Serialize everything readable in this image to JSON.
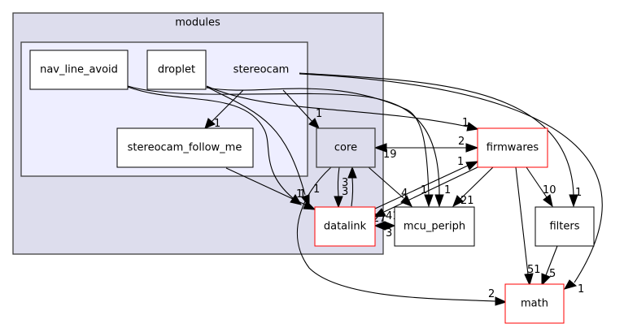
{
  "diagram": {
    "type": "directory-dependency-graph",
    "clusters": [
      {
        "id": "modules",
        "label": "modules",
        "fill": "#dddded",
        "stroke": "#404040"
      },
      {
        "id": "stereocam",
        "label": "stereocam",
        "fill": "#eeeeff",
        "stroke": "#404040"
      }
    ],
    "nodes": [
      {
        "id": "nav_line_avoid",
        "label": "nav_line_avoid",
        "cluster": "stereocam",
        "border": "#000000",
        "fill": "#ffffff"
      },
      {
        "id": "droplet",
        "label": "droplet",
        "cluster": "stereocam",
        "border": "#000000",
        "fill": "#ffffff"
      },
      {
        "id": "stereocam_follow_me",
        "label": "stereocam_follow_me",
        "cluster": "stereocam",
        "border": "#000000",
        "fill": "#ffffff"
      },
      {
        "id": "core",
        "label": "core",
        "cluster": "modules",
        "border": "#404040",
        "fill": "#dddded"
      },
      {
        "id": "datalink",
        "label": "datalink",
        "cluster": "modules",
        "border": "#ff0000",
        "fill": "#ffffff"
      },
      {
        "id": "firmwares",
        "label": "firmwares",
        "cluster": "",
        "border": "#ff0000",
        "fill": "#ffffff"
      },
      {
        "id": "mcu_periph",
        "label": "mcu_periph",
        "cluster": "",
        "border": "#000000",
        "fill": "#ffffff"
      },
      {
        "id": "filters",
        "label": "filters",
        "cluster": "",
        "border": "#000000",
        "fill": "#ffffff"
      },
      {
        "id": "math",
        "label": "math",
        "cluster": "",
        "border": "#ff0000",
        "fill": "#ffffff"
      }
    ],
    "edges": [
      {
        "from": "stereocam",
        "to": "stereocam_follow_me",
        "label": "1"
      },
      {
        "from": "stereocam",
        "to": "core",
        "label": "1"
      },
      {
        "from": "stereocam",
        "to": "filters",
        "label": "1"
      },
      {
        "from": "stereocam",
        "to": "math",
        "label": "1"
      },
      {
        "from": "droplet",
        "to": "firmwares",
        "label": "1"
      },
      {
        "from": "droplet",
        "to": "datalink",
        "label": "1"
      },
      {
        "from": "droplet",
        "to": "mcu_periph",
        "label": "1"
      },
      {
        "from": "nav_line_avoid",
        "to": "datalink",
        "label": "1"
      },
      {
        "from": "nav_line_avoid",
        "to": "mcu_periph",
        "label": "1"
      },
      {
        "from": "stereocam_follow_me",
        "to": "datalink",
        "label": "1"
      },
      {
        "from": "core",
        "to": "datalink",
        "label": "3"
      },
      {
        "from": "datalink",
        "to": "core",
        "label": "3"
      },
      {
        "from": "core",
        "to": "firmwares",
        "label": "2"
      },
      {
        "from": "firmwares",
        "to": "core",
        "label": "19"
      },
      {
        "from": "core",
        "to": "mcu_periph",
        "label": "4"
      },
      {
        "from": "core",
        "to": "math",
        "label": "2"
      },
      {
        "from": "datalink",
        "to": "firmwares",
        "label": "1"
      },
      {
        "from": "firmwares",
        "to": "datalink",
        "label": "27"
      },
      {
        "from": "datalink",
        "to": "mcu_periph",
        "label": "41"
      },
      {
        "from": "mcu_periph",
        "to": "datalink",
        "label": "3"
      },
      {
        "from": "firmwares",
        "to": "mcu_periph",
        "label": "21"
      },
      {
        "from": "firmwares",
        "to": "filters",
        "label": "10"
      },
      {
        "from": "firmwares",
        "to": "math",
        "label": "51"
      },
      {
        "from": "filters",
        "to": "math",
        "label": "5"
      }
    ]
  }
}
